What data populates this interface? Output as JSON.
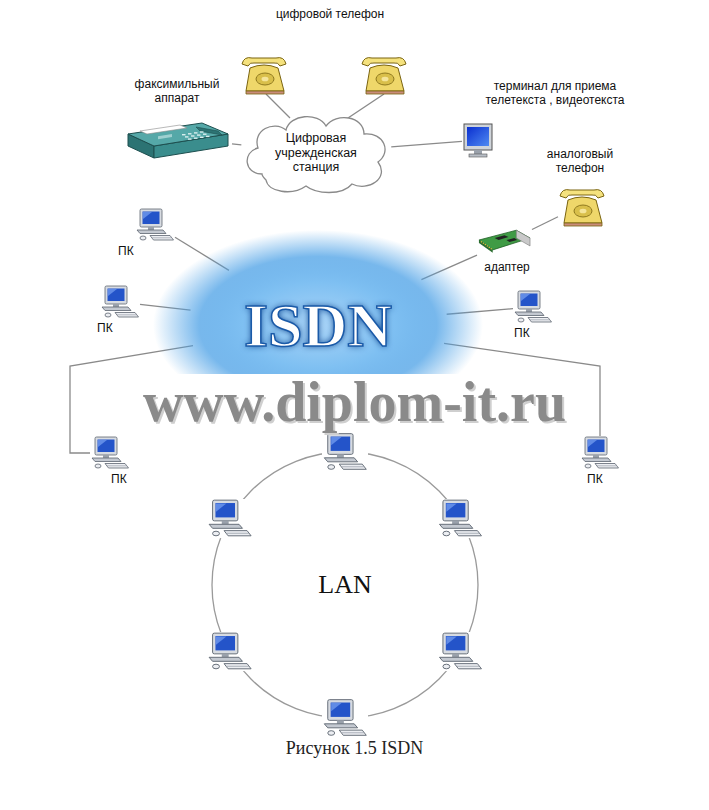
{
  "diagram": {
    "caption": "Рисунок 1.5 ISDN",
    "nodes": [
      {
        "text": [
          "факсимильный аппарат"
        ]
      },
      {
        "text": [
          "Цифровая учрежденская станция"
        ]
      },
      {
        "text": [
          "терминал для приема телетекста , видеотекста"
        ]
      },
      {
        "text": [
          "аналоговый телефон"
        ]
      },
      {
        "text": [
          "ПК"
        ]
      },
      {
        "text": [
          "адаптер"
        ]
      },
      {
        "text": [
          "ПК"
        ]
      },
      {
        "text": [
          "ISDN"
        ]
      },
      {
        "text": [
          "ПК"
        ]
      },
      {
        "text": [
          "ПК"
        ]
      },
      {
        "text": [
          "ПК"
        ]
      },
      {
        "text": [
          "LAN"
        ]
      }
    ],
    "edges": [
      {
        "from": 0,
        "to": 1,
        "arrow": "none"
      },
      {
        "from": 1,
        "to": 2,
        "arrow": "none"
      },
      {
        "from": 5,
        "to": 3,
        "arrow": "none"
      },
      {
        "from": 7,
        "to": 5,
        "arrow": "none"
      },
      {
        "from": 7,
        "to": 4,
        "arrow": "none"
      },
      {
        "from": 7,
        "to": 6,
        "arrow": "none"
      },
      {
        "from": 7,
        "to": 8,
        "arrow": "none"
      },
      {
        "from": 7,
        "to": 9,
        "arrow": "none"
      },
      {
        "from": 7,
        "to": 10,
        "arrow": "none"
      },
      {
        "from": 7,
        "to": 11,
        "arrow": "none"
      }
    ],
    "labels": [
      "цифровой телефон",
      "www.diplom-it.ru"
    ]
  }
}
